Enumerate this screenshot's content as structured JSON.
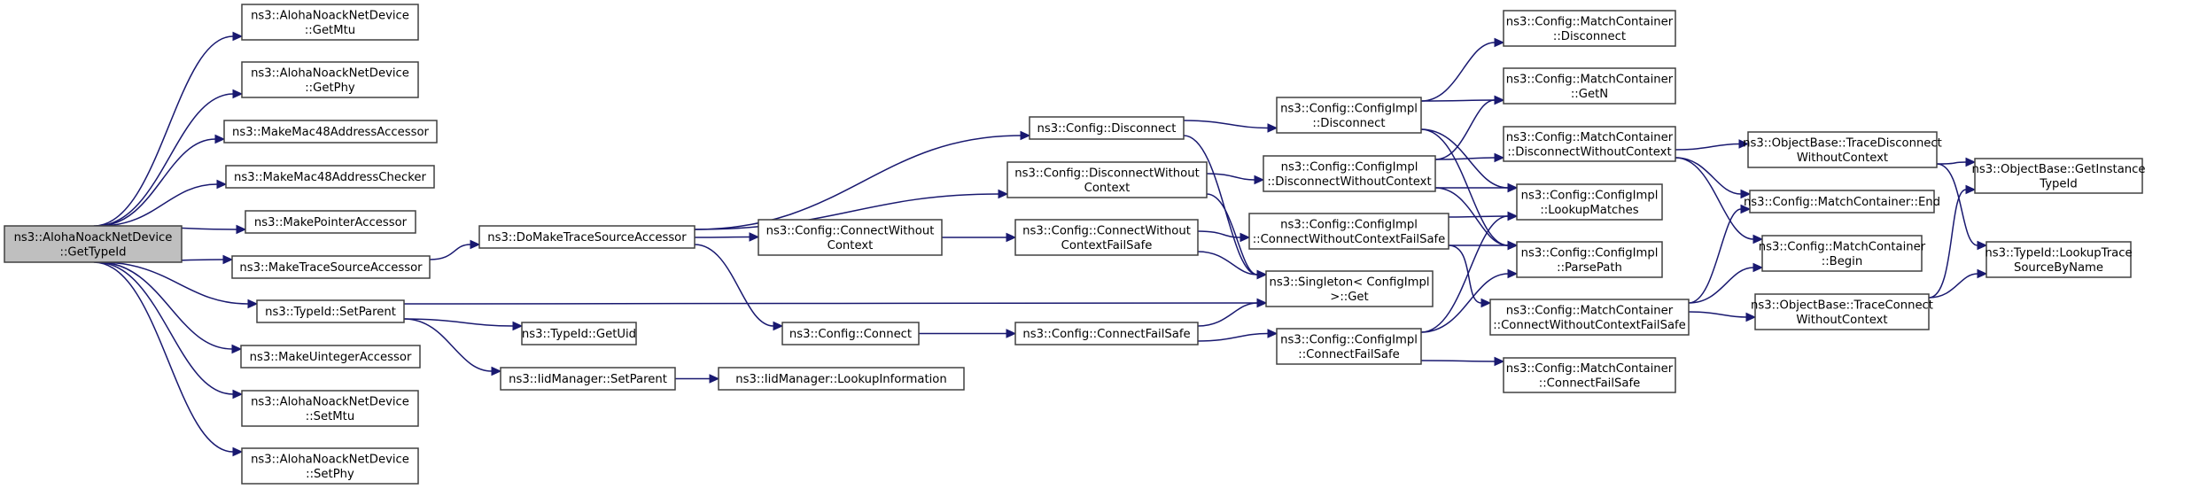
{
  "diagram": {
    "title": "Call graph for ns3::AlohaNoackNetDevice::GetTypeId",
    "colors": {
      "edge": "#191970",
      "root_fill": "#bfbfbf",
      "node_fill": "#ffffff",
      "node_border": "#404040"
    },
    "root": "getTypeId",
    "nodes": [
      {
        "id": "getTypeId",
        "lines": [
          "ns3::AlohaNoackNetDevice",
          "::GetTypeId"
        ]
      },
      {
        "id": "getMtu",
        "lines": [
          "ns3::AlohaNoackNetDevice",
          "::GetMtu"
        ]
      },
      {
        "id": "getPhy",
        "lines": [
          "ns3::AlohaNoackNetDevice",
          "::GetPhy"
        ]
      },
      {
        "id": "makeMac48Accessor",
        "lines": [
          "ns3::MakeMac48AddressAccessor"
        ]
      },
      {
        "id": "makeMac48Checker",
        "lines": [
          "ns3::MakeMac48AddressChecker"
        ]
      },
      {
        "id": "makePointerAccessor",
        "lines": [
          "ns3::MakePointerAccessor"
        ]
      },
      {
        "id": "makeTraceSourceAccessor",
        "lines": [
          "ns3::MakeTraceSourceAccessor"
        ]
      },
      {
        "id": "typeIdSetParent",
        "lines": [
          "ns3::TypeId::SetParent"
        ]
      },
      {
        "id": "makeUintegerAccessor",
        "lines": [
          "ns3::MakeUintegerAccessor"
        ]
      },
      {
        "id": "setMtu",
        "lines": [
          "ns3::AlohaNoackNetDevice",
          "::SetMtu"
        ]
      },
      {
        "id": "setPhy",
        "lines": [
          "ns3::AlohaNoackNetDevice",
          "::SetPhy"
        ]
      },
      {
        "id": "doMakeTraceSourceAccessor",
        "lines": [
          "ns3::DoMakeTraceSourceAccessor"
        ]
      },
      {
        "id": "typeIdGetUid",
        "lines": [
          "ns3::TypeId::GetUid"
        ]
      },
      {
        "id": "iidSetParent",
        "lines": [
          "ns3::IidManager::SetParent"
        ]
      },
      {
        "id": "iidLookupInformation",
        "lines": [
          "ns3::IidManager::LookupInformation"
        ]
      },
      {
        "id": "configDisconnect",
        "lines": [
          "ns3::Config::Disconnect"
        ]
      },
      {
        "id": "configDisconnectWithoutContext",
        "lines": [
          "ns3::Config::DisconnectWithout",
          "Context"
        ]
      },
      {
        "id": "configConnectWithoutContext",
        "lines": [
          "ns3::Config::ConnectWithout",
          "Context"
        ]
      },
      {
        "id": "configConnect",
        "lines": [
          "ns3::Config::Connect"
        ]
      },
      {
        "id": "configConnectWithoutContextFailSafe",
        "lines": [
          "ns3::Config::ConnectWithout",
          "ContextFailSafe"
        ]
      },
      {
        "id": "configConnectFailSafe",
        "lines": [
          "ns3::Config::ConnectFailSafe"
        ]
      },
      {
        "id": "implDisconnect",
        "lines": [
          "ns3::Config::ConfigImpl",
          "::Disconnect"
        ]
      },
      {
        "id": "implDisconnectWithoutContext",
        "lines": [
          "ns3::Config::ConfigImpl",
          "::DisconnectWithoutContext"
        ]
      },
      {
        "id": "implConnectWithoutContextFailSafe",
        "lines": [
          "ns3::Config::ConfigImpl",
          "::ConnectWithoutContextFailSafe"
        ]
      },
      {
        "id": "singletonGet",
        "lines": [
          "ns3::Singleton< ConfigImpl",
          ">::Get"
        ]
      },
      {
        "id": "implConnectFailSafe",
        "lines": [
          "ns3::Config::ConfigImpl",
          "::ConnectFailSafe"
        ]
      },
      {
        "id": "mcDisconnect",
        "lines": [
          "ns3::Config::MatchContainer",
          "::Disconnect"
        ]
      },
      {
        "id": "mcGetN",
        "lines": [
          "ns3::Config::MatchContainer",
          "::GetN"
        ]
      },
      {
        "id": "mcDisconnectWithoutContext",
        "lines": [
          "ns3::Config::MatchContainer",
          "::DisconnectWithoutContext"
        ]
      },
      {
        "id": "implLookupMatches",
        "lines": [
          "ns3::Config::ConfigImpl",
          "::LookupMatches"
        ]
      },
      {
        "id": "implParsePath",
        "lines": [
          "ns3::Config::ConfigImpl",
          "::ParsePath"
        ]
      },
      {
        "id": "mcConnectWithoutContextFailSafe",
        "lines": [
          "ns3::Config::MatchContainer",
          "::ConnectWithoutContextFailSafe"
        ]
      },
      {
        "id": "mcConnectFailSafe",
        "lines": [
          "ns3::Config::MatchContainer",
          "::ConnectFailSafe"
        ]
      },
      {
        "id": "obTraceDisconnectWithoutContext",
        "lines": [
          "ns3::ObjectBase::TraceDisconnect",
          "WithoutContext"
        ]
      },
      {
        "id": "mcEnd",
        "lines": [
          "ns3::Config::MatchContainer::End"
        ]
      },
      {
        "id": "mcBegin",
        "lines": [
          "ns3::Config::MatchContainer",
          "::Begin"
        ]
      },
      {
        "id": "obTraceConnectWithoutContext",
        "lines": [
          "ns3::ObjectBase::TraceConnect",
          "WithoutContext"
        ]
      },
      {
        "id": "obGetInstanceTypeId",
        "lines": [
          "ns3::ObjectBase::GetInstance",
          "TypeId"
        ]
      },
      {
        "id": "typeIdLookupTraceSourceByName",
        "lines": [
          "ns3::TypeId::LookupTrace",
          "SourceByName"
        ]
      }
    ],
    "edges": [
      [
        "getTypeId",
        "getMtu"
      ],
      [
        "getTypeId",
        "getPhy"
      ],
      [
        "getTypeId",
        "makeMac48Accessor"
      ],
      [
        "getTypeId",
        "makeMac48Checker"
      ],
      [
        "getTypeId",
        "makePointerAccessor"
      ],
      [
        "getTypeId",
        "makeTraceSourceAccessor"
      ],
      [
        "getTypeId",
        "typeIdSetParent"
      ],
      [
        "getTypeId",
        "makeUintegerAccessor"
      ],
      [
        "getTypeId",
        "setMtu"
      ],
      [
        "getTypeId",
        "setPhy"
      ],
      [
        "makeTraceSourceAccessor",
        "doMakeTraceSourceAccessor"
      ],
      [
        "typeIdSetParent",
        "singletonGet"
      ],
      [
        "typeIdSetParent",
        "typeIdGetUid"
      ],
      [
        "typeIdSetParent",
        "iidSetParent"
      ],
      [
        "iidSetParent",
        "iidLookupInformation"
      ],
      [
        "doMakeTraceSourceAccessor",
        "configDisconnect"
      ],
      [
        "doMakeTraceSourceAccessor",
        "configDisconnectWithoutContext"
      ],
      [
        "doMakeTraceSourceAccessor",
        "configConnectWithoutContext"
      ],
      [
        "doMakeTraceSourceAccessor",
        "configConnect"
      ],
      [
        "configDisconnect",
        "implDisconnect"
      ],
      [
        "configDisconnect",
        "singletonGet"
      ],
      [
        "configDisconnectWithoutContext",
        "implDisconnectWithoutContext"
      ],
      [
        "configDisconnectWithoutContext",
        "singletonGet"
      ],
      [
        "configConnectWithoutContext",
        "configConnectWithoutContextFailSafe"
      ],
      [
        "configConnectWithoutContextFailSafe",
        "implConnectWithoutContextFailSafe"
      ],
      [
        "configConnectWithoutContextFailSafe",
        "singletonGet"
      ],
      [
        "configConnect",
        "configConnectFailSafe"
      ],
      [
        "configConnectFailSafe",
        "singletonGet"
      ],
      [
        "configConnectFailSafe",
        "implConnectFailSafe"
      ],
      [
        "implDisconnect",
        "mcDisconnect"
      ],
      [
        "implDisconnect",
        "mcGetN"
      ],
      [
        "implDisconnect",
        "implLookupMatches"
      ],
      [
        "implDisconnect",
        "implParsePath"
      ],
      [
        "implDisconnectWithoutContext",
        "mcGetN"
      ],
      [
        "implDisconnectWithoutContext",
        "mcDisconnectWithoutContext"
      ],
      [
        "implDisconnectWithoutContext",
        "implLookupMatches"
      ],
      [
        "implDisconnectWithoutContext",
        "implParsePath"
      ],
      [
        "implConnectWithoutContextFailSafe",
        "implLookupMatches"
      ],
      [
        "implConnectWithoutContextFailSafe",
        "implParsePath"
      ],
      [
        "implConnectWithoutContextFailSafe",
        "mcConnectWithoutContextFailSafe"
      ],
      [
        "implConnectFailSafe",
        "implLookupMatches"
      ],
      [
        "implConnectFailSafe",
        "implParsePath"
      ],
      [
        "implConnectFailSafe",
        "mcConnectFailSafe"
      ],
      [
        "mcDisconnectWithoutContext",
        "obTraceDisconnectWithoutContext"
      ],
      [
        "mcDisconnectWithoutContext",
        "mcEnd"
      ],
      [
        "mcDisconnectWithoutContext",
        "mcBegin"
      ],
      [
        "mcConnectWithoutContextFailSafe",
        "mcEnd"
      ],
      [
        "mcConnectWithoutContextFailSafe",
        "mcBegin"
      ],
      [
        "mcConnectWithoutContextFailSafe",
        "obTraceConnectWithoutContext"
      ],
      [
        "obTraceDisconnectWithoutContext",
        "obGetInstanceTypeId"
      ],
      [
        "obTraceDisconnectWithoutContext",
        "typeIdLookupTraceSourceByName"
      ],
      [
        "obTraceConnectWithoutContext",
        "obGetInstanceTypeId"
      ],
      [
        "obTraceConnectWithoutContext",
        "typeIdLookupTraceSourceByName"
      ]
    ]
  }
}
